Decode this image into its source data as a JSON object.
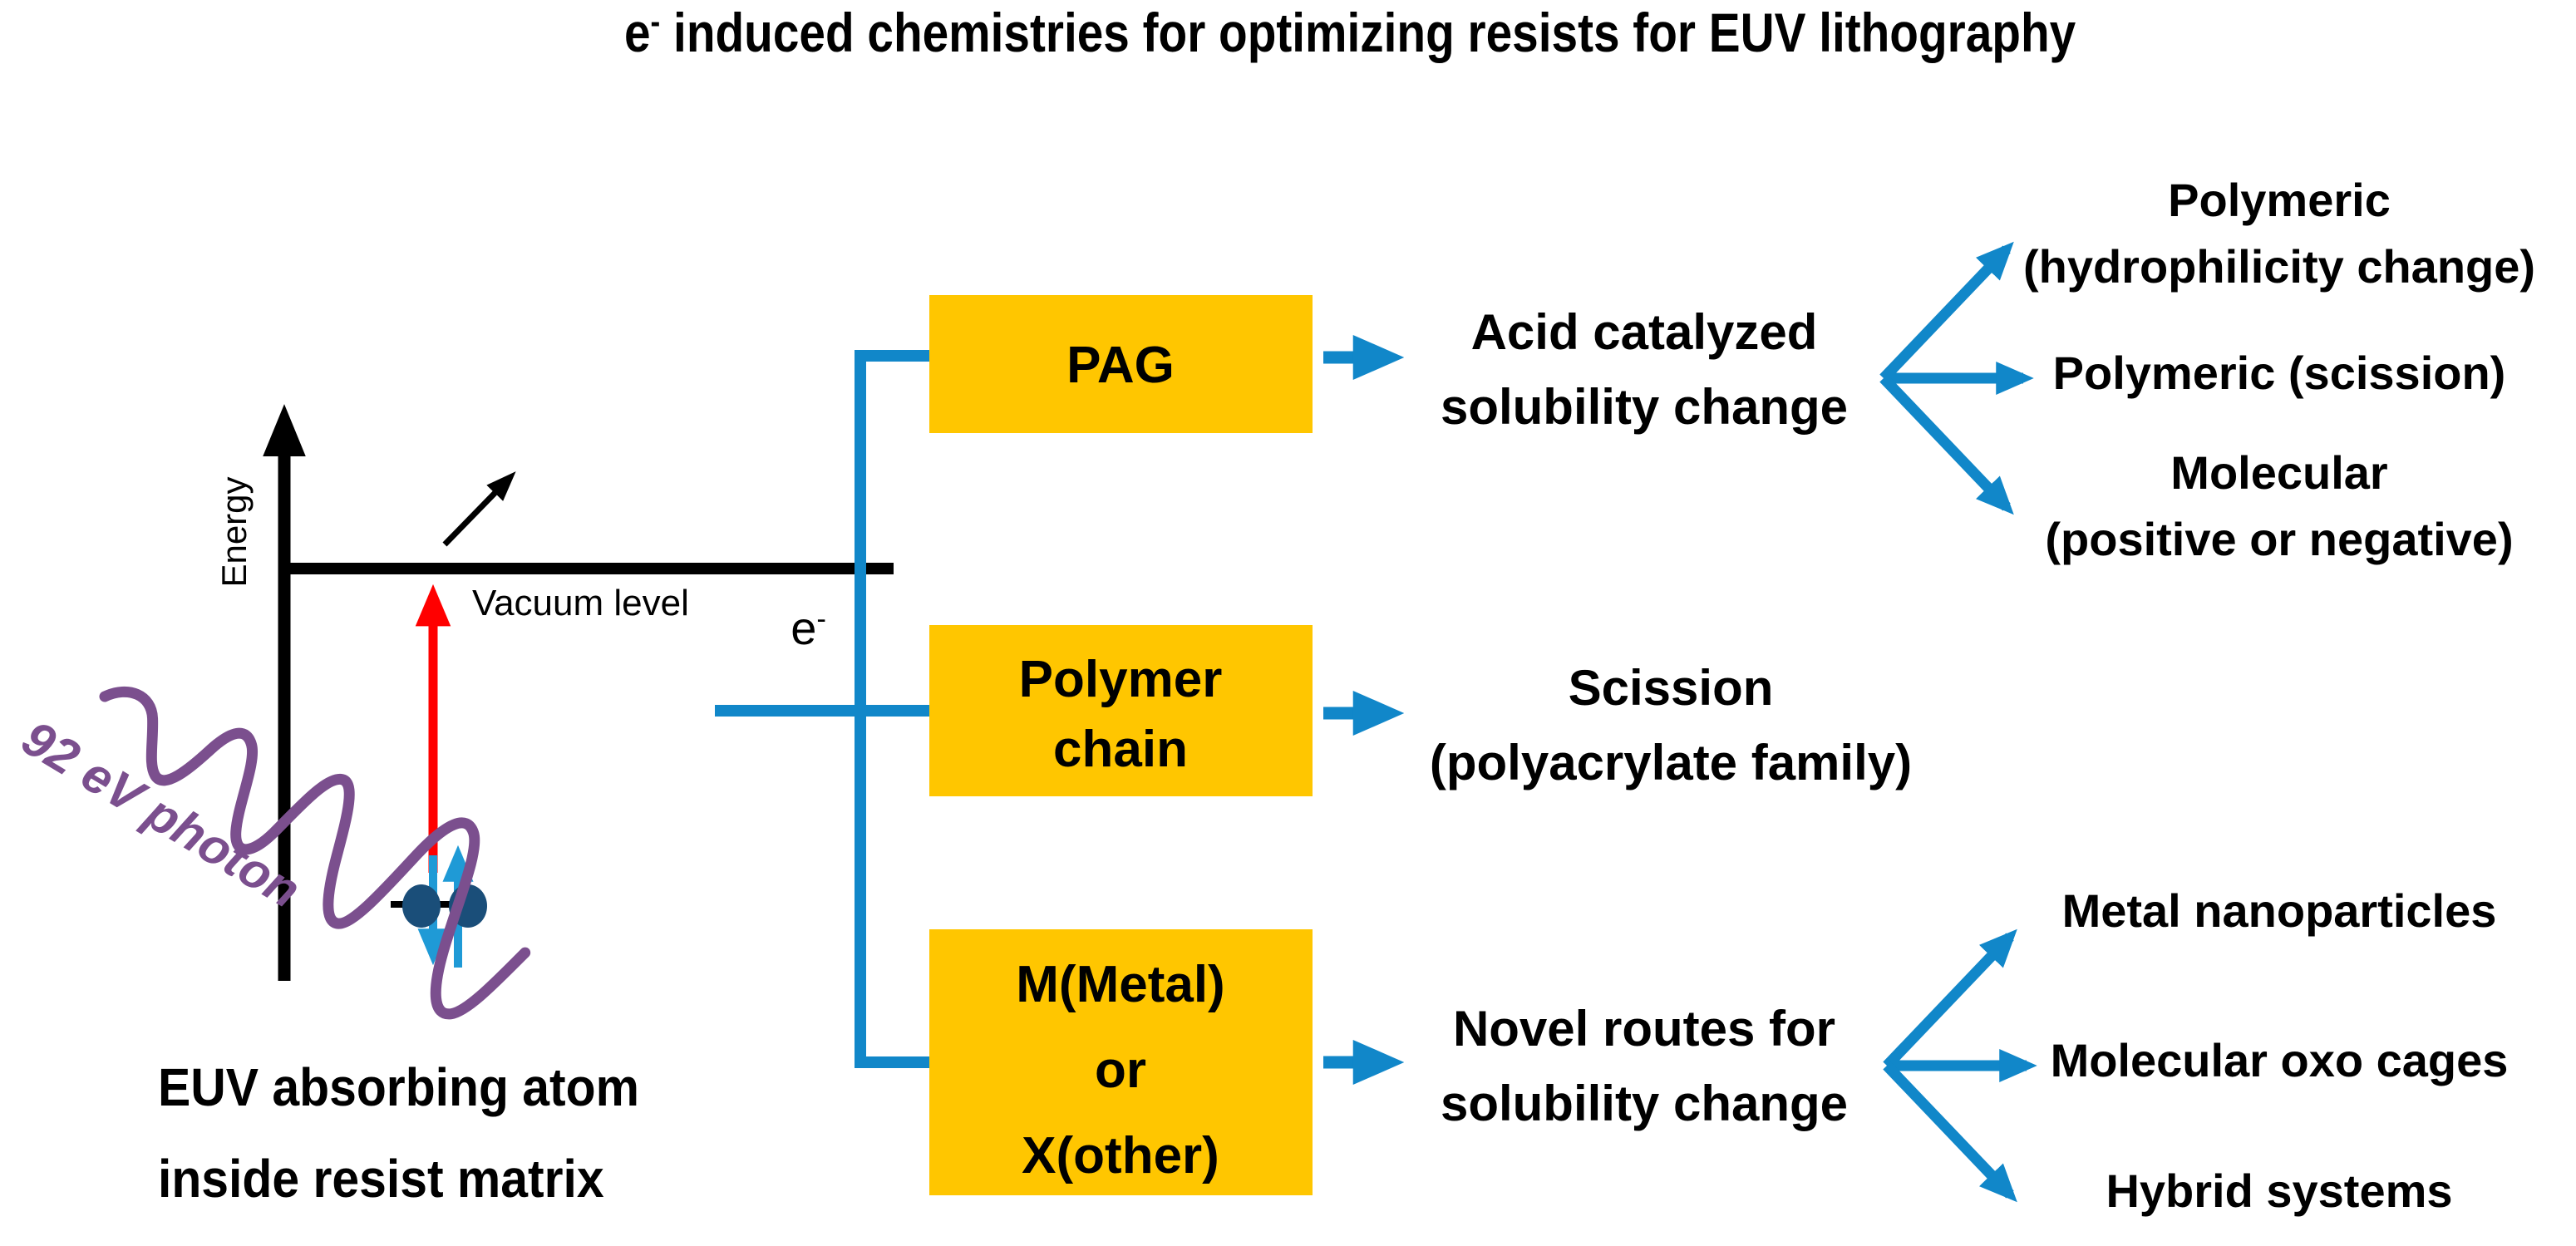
{
  "title": {
    "prefix": "e",
    "superscript": "-",
    "rest": " induced chemistries for optimizing resists for EUV lithography"
  },
  "colors": {
    "box_fill": "#FFC600",
    "connector_blue": "#1187C9",
    "photon_purple": "#7B4F8E",
    "excitation_red": "#FF0000",
    "electron_navy": "#1A4E79",
    "spin_arrow_blue": "#1F9AD6",
    "axis_black": "#000000",
    "text_black": "#000000"
  },
  "energy_diagram": {
    "axis_label": "Energy",
    "vacuum_level_label": "Vacuum level",
    "photon_label": "92 eV photon",
    "caption_line1": "EUV absorbing atom",
    "caption_line2": "inside resist matrix",
    "electron_count": 2,
    "spin_labels": [
      "spin-down",
      "spin-up"
    ]
  },
  "flow": {
    "input_label": "e",
    "input_superscript": "-",
    "branches": [
      {
        "id": "pag",
        "box_lines": [
          "PAG"
        ],
        "outcome_lines": [
          "Acid catalyzed",
          "solubility change"
        ],
        "outputs": [
          "Polymeric (hydrophilicity change)",
          "Polymeric (scission)",
          "Molecular (positive or negative)"
        ],
        "output_lines": [
          [
            "Polymeric",
            "(hydrophilicity change)"
          ],
          [
            "Polymeric (scission)"
          ],
          [
            "Molecular",
            "(positive or negative)"
          ]
        ]
      },
      {
        "id": "polymer-chain",
        "box_lines": [
          "Polymer",
          "chain"
        ],
        "outcome_lines": [
          "Scission",
          "(polyacrylate family)"
        ],
        "outputs": [],
        "output_lines": []
      },
      {
        "id": "metal-or-other",
        "box_lines": [
          "M(Metal)",
          "or",
          "X(other)"
        ],
        "outcome_lines": [
          "Novel routes for",
          "solubility change"
        ],
        "outputs": [
          "Metal nanoparticles",
          "Molecular oxo cages",
          "Hybrid systems"
        ],
        "output_lines": [
          [
            "Metal nanoparticles"
          ],
          [
            "Molecular oxo cages"
          ],
          [
            "Hybrid systems"
          ]
        ]
      }
    ]
  }
}
